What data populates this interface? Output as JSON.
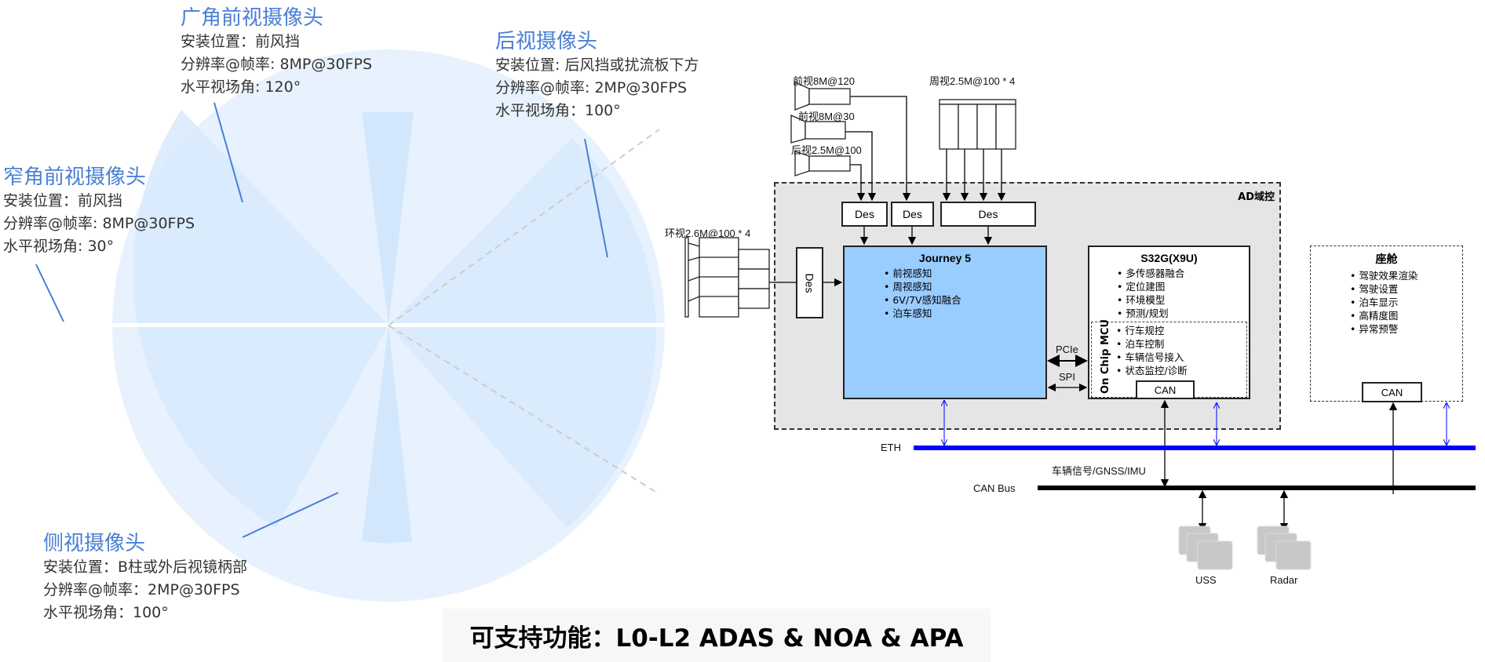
{
  "cameras": {
    "wide_front": {
      "title": "广角前视摄像头",
      "lines": [
        "安装位置：前风挡",
        "分辨率@帧率: 8MP@30FPS",
        "水平视场角: 120°"
      ]
    },
    "rear": {
      "title": "后视摄像头",
      "lines": [
        "安装位置: 后风挡或扰流板下方",
        "分辨率@帧率: 2MP@30FPS",
        "水平视场角：100°"
      ]
    },
    "narrow_front": {
      "title": "窄角前视摄像头",
      "lines": [
        "安装位置：前风挡",
        "分辨率@帧率: 8MP@30FPS",
        "水平视场角: 30°"
      ]
    },
    "side": {
      "title": "侧视摄像头",
      "lines": [
        "安装位置：B柱或外后视镜柄部",
        "分辨率@帧率：2MP@30FPS",
        "水平视场角：100°"
      ]
    }
  },
  "diagram": {
    "cam_front_120": "前视8M@120",
    "cam_front_30": "前视8M@30",
    "cam_rear": "后视2.5M@100",
    "cam_surround": "周视2.5M@100 * 4",
    "cam_around": "环视2.6M@100 * 4",
    "des": "Des",
    "ad_domain": "AD域控",
    "journey": {
      "title": "Journey 5",
      "items": [
        "前视感知",
        "周视感知",
        "6V/7V感知融合",
        "泊车感知"
      ]
    },
    "s32g": {
      "title": "S32G(X9U)",
      "items": [
        "多传感器融合",
        "定位建图",
        "环境模型",
        "预测/规划"
      ],
      "mcu_label": "On Chip MCU",
      "mcu_items": [
        "行车规控",
        "泊车控制",
        "车辆信号接入",
        "状态监控/诊断"
      ],
      "can": "CAN"
    },
    "cockpit": {
      "title": "座舱",
      "items": [
        "驾驶效果渲染",
        "驾驶设置",
        "泊车显示",
        "高精度图",
        "异常预警"
      ],
      "can": "CAN"
    },
    "pcie": "PCIe",
    "spi": "SPI",
    "eth": "ETH",
    "can_bus": "CAN Bus",
    "vehicle_signal": "车辆信号/GNSS/IMU",
    "uss": "USS",
    "radar": "Radar"
  },
  "banner": "可支持功能：L0-L2 ADAS & NOA & APA",
  "colors": {
    "accent": "#4a7fd4",
    "journey": "#99ccff",
    "eth": "#0000ff",
    "coverage": "#d4e8fd"
  }
}
